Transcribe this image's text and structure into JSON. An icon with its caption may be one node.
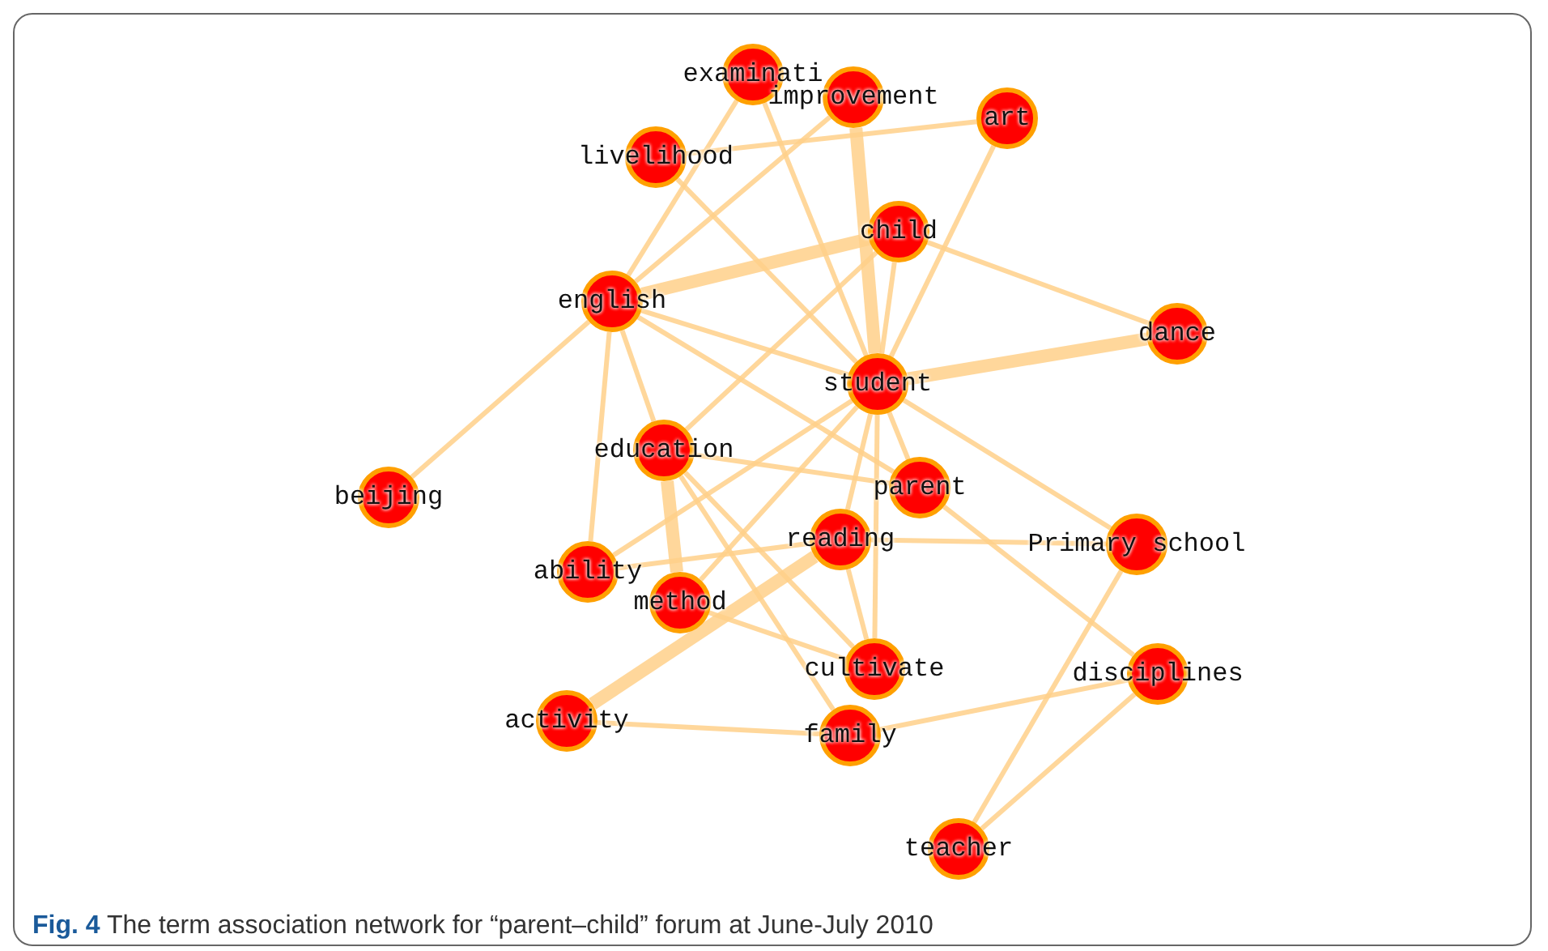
{
  "diagram": {
    "caption": "**Fig. 4** The term association network for “parent–child” forum at June-July 2010",
    "nodes": [
      {
        "text": [
          "examinati"
        ]
      },
      {
        "text": [
          "improvement"
        ]
      },
      {
        "text": [
          "art"
        ]
      },
      {
        "text": [
          "livelihood"
        ]
      },
      {
        "text": [
          "child"
        ]
      },
      {
        "text": [
          "english"
        ]
      },
      {
        "text": [
          "dance"
        ]
      },
      {
        "text": [
          "student"
        ]
      },
      {
        "text": [
          "beijing"
        ]
      },
      {
        "text": [
          "education"
        ]
      },
      {
        "text": [
          "parent"
        ]
      },
      {
        "text": [
          "ability"
        ]
      },
      {
        "text": [
          "reading"
        ]
      },
      {
        "text": [
          "Primary school"
        ]
      },
      {
        "text": [
          "method"
        ]
      },
      {
        "text": [
          "cultivate"
        ]
      },
      {
        "text": [
          "disciplines"
        ]
      },
      {
        "text": [
          "activity"
        ]
      },
      {
        "text": [
          "family"
        ]
      },
      {
        "text": [
          "teacher"
        ]
      }
    ],
    "edges": [
      {
        "from": 5,
        "to": 4,
        "arrow": "none",
        "style": "thick"
      },
      {
        "from": 5,
        "to": 0,
        "arrow": "none"
      },
      {
        "from": 5,
        "to": 1,
        "arrow": "none"
      },
      {
        "from": 3,
        "to": 7,
        "arrow": "none"
      },
      {
        "from": 3,
        "to": 2,
        "arrow": "none"
      },
      {
        "from": 1,
        "to": 7,
        "arrow": "none",
        "style": "thick"
      },
      {
        "from": 0,
        "to": 7,
        "arrow": "none"
      },
      {
        "from": 5,
        "to": 7,
        "arrow": "none"
      },
      {
        "from": 5,
        "to": 8,
        "arrow": "none"
      },
      {
        "from": 5,
        "to": 9,
        "arrow": "none"
      },
      {
        "from": 5,
        "to": 11,
        "arrow": "none"
      },
      {
        "from": 5,
        "to": 10,
        "arrow": "none"
      },
      {
        "from": 4,
        "to": 7,
        "arrow": "none"
      },
      {
        "from": 4,
        "to": 6,
        "arrow": "none"
      },
      {
        "from": 4,
        "to": 9,
        "arrow": "none"
      },
      {
        "from": 2,
        "to": 7,
        "arrow": "none"
      },
      {
        "from": 7,
        "to": 6,
        "arrow": "none",
        "style": "thick"
      },
      {
        "from": 7,
        "to": 10,
        "arrow": "none"
      },
      {
        "from": 7,
        "to": 13,
        "arrow": "none"
      },
      {
        "from": 7,
        "to": 11,
        "arrow": "none"
      },
      {
        "from": 7,
        "to": 14,
        "arrow": "none"
      },
      {
        "from": 7,
        "to": 12,
        "arrow": "none"
      },
      {
        "from": 7,
        "to": 15,
        "arrow": "none"
      },
      {
        "from": 9,
        "to": 10,
        "arrow": "none"
      },
      {
        "from": 9,
        "to": 14,
        "arrow": "none",
        "style": "thick"
      },
      {
        "from": 9,
        "to": 15,
        "arrow": "none"
      },
      {
        "from": 9,
        "to": 18,
        "arrow": "none"
      },
      {
        "from": 11,
        "to": 12,
        "arrow": "none"
      },
      {
        "from": 12,
        "to": 17,
        "arrow": "none",
        "style": "thick"
      },
      {
        "from": 12,
        "to": 13,
        "arrow": "none"
      },
      {
        "from": 12,
        "to": 15,
        "arrow": "none"
      },
      {
        "from": 14,
        "to": 15,
        "arrow": "none"
      },
      {
        "from": 17,
        "to": 18,
        "arrow": "none"
      },
      {
        "from": 18,
        "to": 16,
        "arrow": "none"
      },
      {
        "from": 10,
        "to": 16,
        "arrow": "none"
      },
      {
        "from": 13,
        "to": 19,
        "arrow": "none"
      },
      {
        "from": 16,
        "to": 19,
        "arrow": "none"
      }
    ]
  }
}
